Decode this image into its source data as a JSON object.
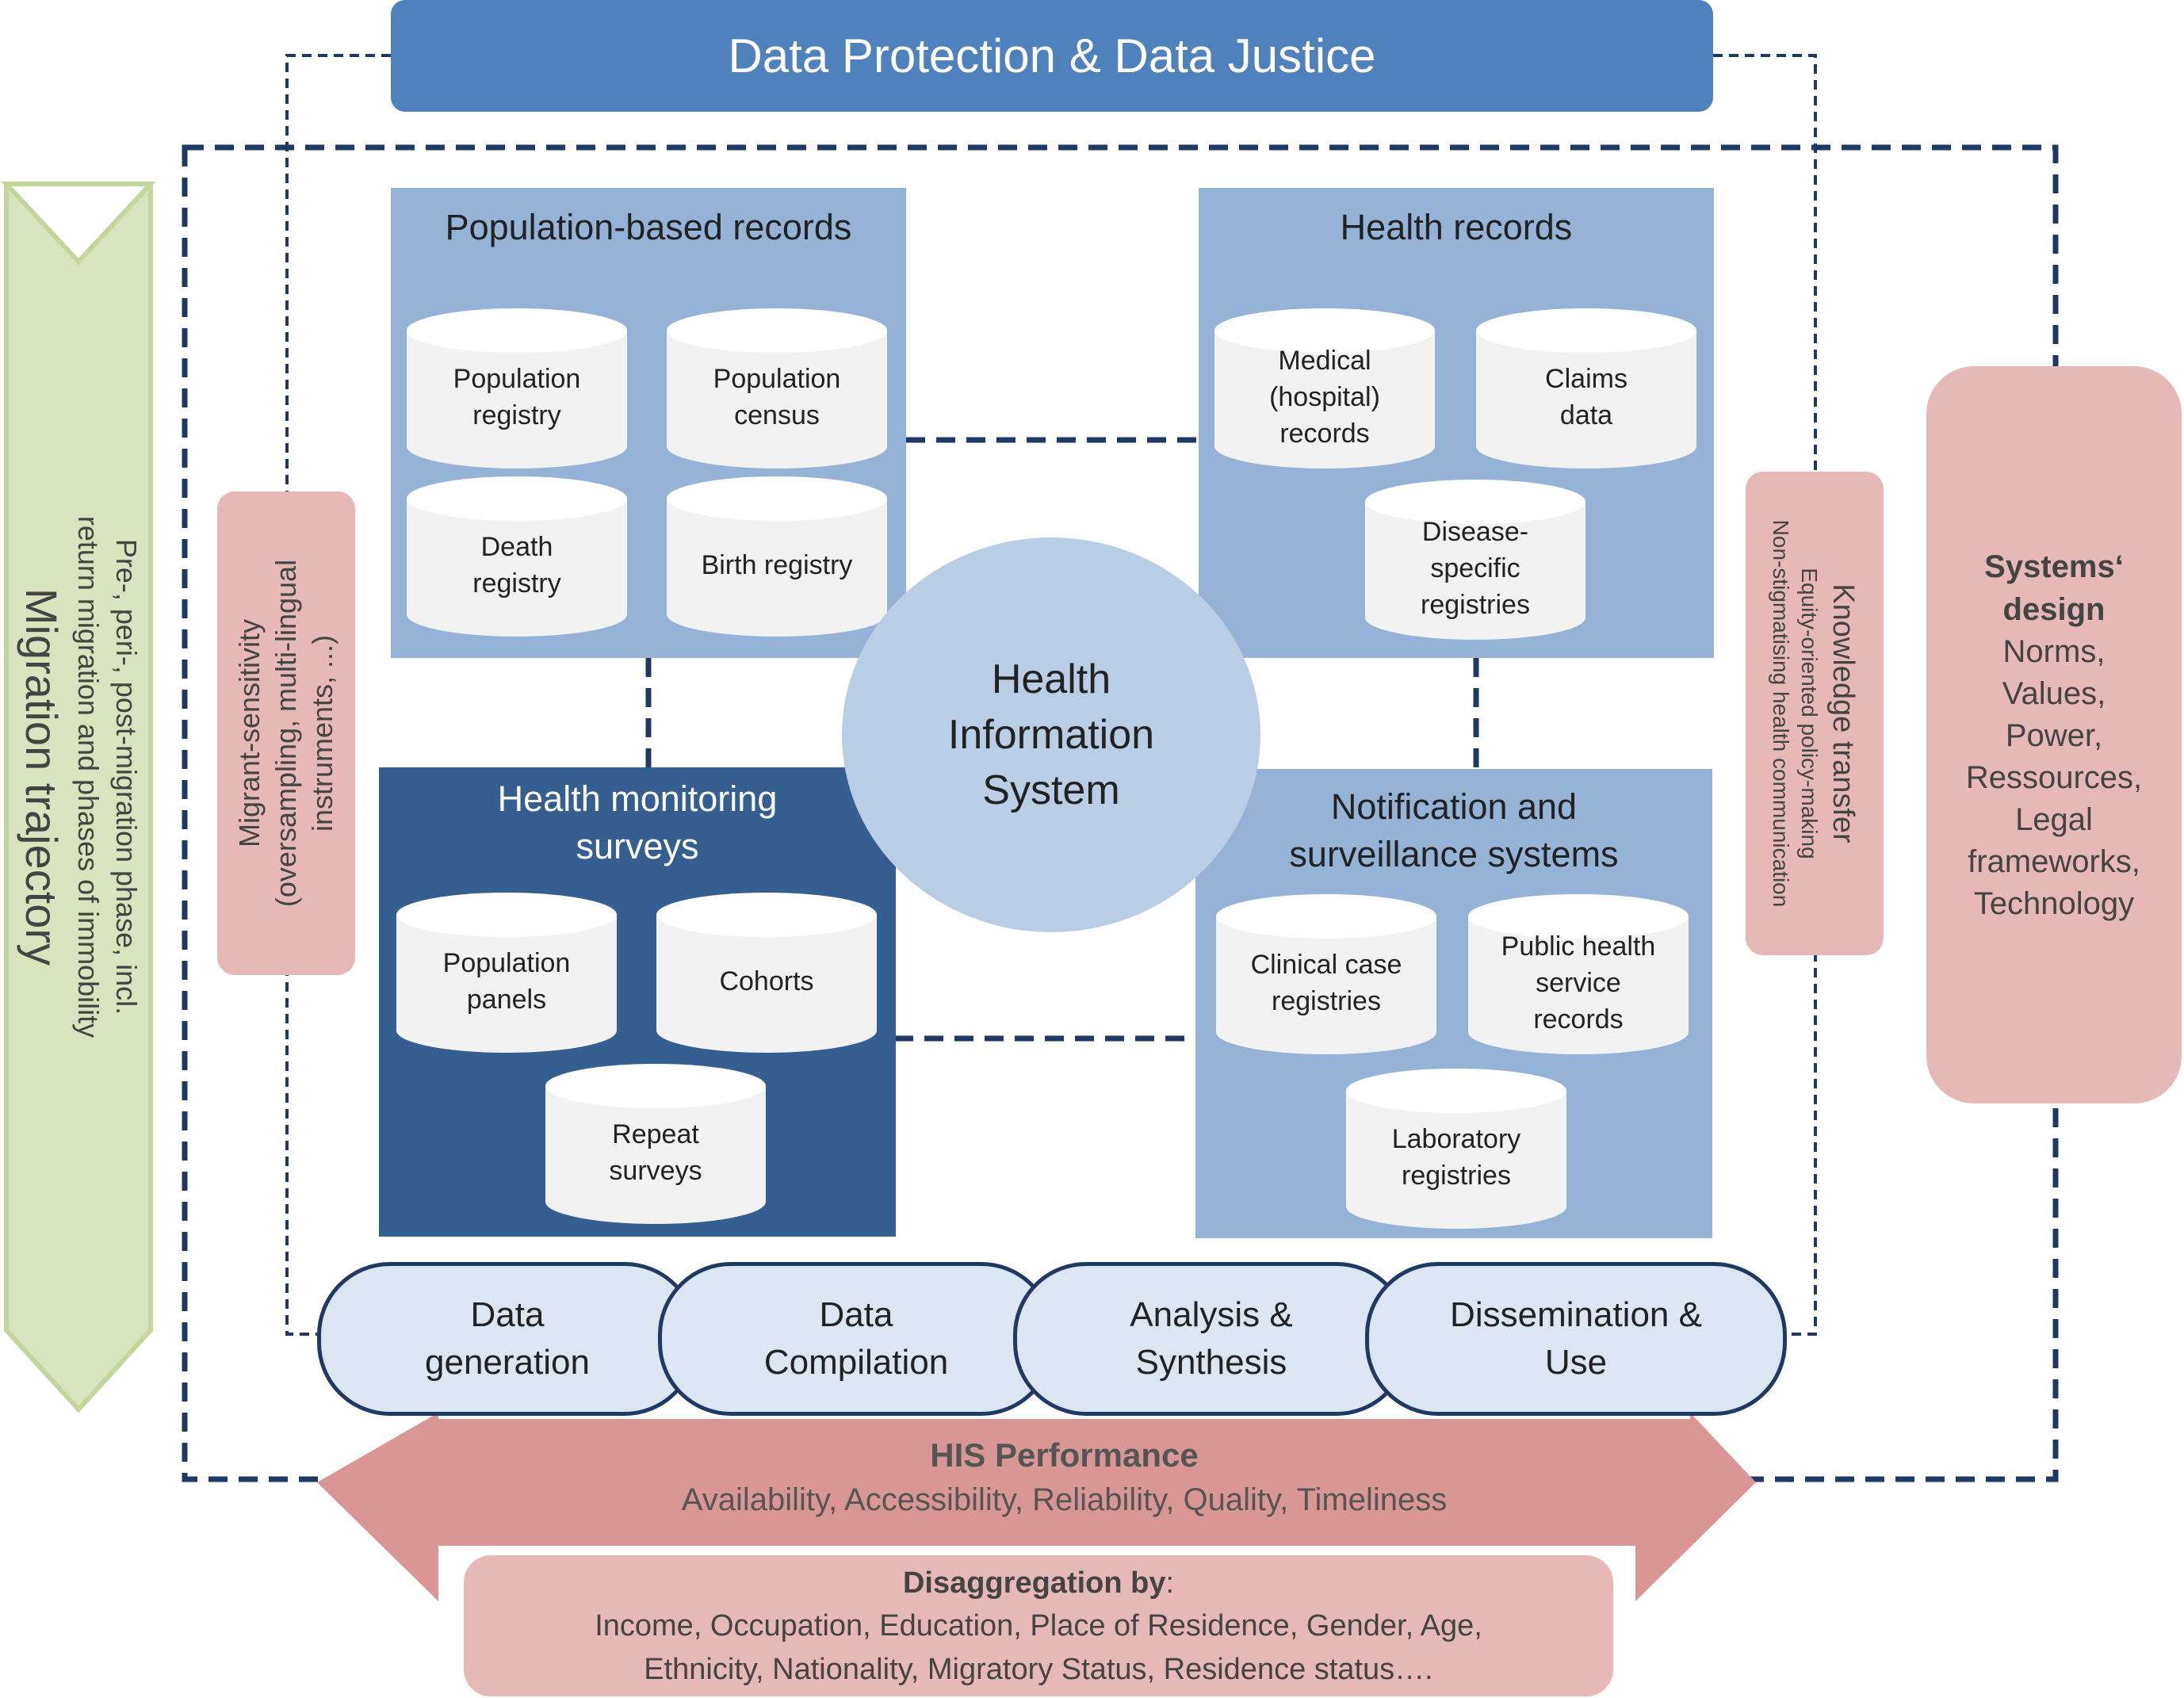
{
  "banner": {
    "title": "Data Protection & Data Justice"
  },
  "center": {
    "title": "Health\nInformation\nSystem"
  },
  "sections": {
    "population": {
      "title": "Population-based records",
      "items": [
        "Population\nregistry",
        "Population\ncensus",
        "Death\nregistry",
        "Birth registry"
      ]
    },
    "health_records": {
      "title": "Health records",
      "items": [
        "Medical\n(hospital)\nrecords",
        "Claims\ndata",
        "Disease-\nspecific\nregistries"
      ]
    },
    "surveys": {
      "title": "Health monitoring\nsurveys",
      "items": [
        "Population\npanels",
        "Cohorts",
        "Repeat\nsurveys"
      ]
    },
    "notification": {
      "title": "Notification and\nsurveillance systems",
      "items": [
        "Clinical case\nregistries",
        "Public health\nservice\nrecords",
        "Laboratory\nregistries"
      ]
    }
  },
  "side": {
    "migration_title": "Migration trajectory",
    "migration_sub": "Pre-, peri-, post-migration phase, incl.\nreturn migration and phases of immobility",
    "migrant_sensitivity": "Migrant-sensitivity\n(oversampling, multi-lingual\ninstruments, ...)",
    "knowledge_title": "Knowledge transfer",
    "knowledge_sub": "Equity-oriented policy-making\nNon-stigmatising health communication",
    "systems_title": "Systems‘\ndesign",
    "systems_items": "Norms,\nValues,\nPower,\nRessources,\nLegal\nframeworks,\nTechnology"
  },
  "process": [
    "Data\ngeneration",
    "Data\nCompilation",
    "Analysis &\nSynthesis",
    "Dissemination &\nUse"
  ],
  "performance": {
    "title": "HIS Performance",
    "items": "Availability, Accessibility, Reliability, Quality, Timeliness"
  },
  "disaggregation": {
    "title": "Disaggregation by",
    "colon": ":",
    "items": "Income, Occupation, Education, Place of Residence, Gender, Age,\nEthnicity, Nationality, Migratory Status, Residence status…."
  },
  "colors": {
    "banner": "#4f81bd",
    "section_light": "#95b3d7",
    "section_dark": "#365f91",
    "center_circle": "#b9cde5",
    "pink_box": "#e6b9b8",
    "arrow": "#d99694",
    "migration_arrow": "#d7e4bd",
    "dashes": "#1f3864"
  }
}
